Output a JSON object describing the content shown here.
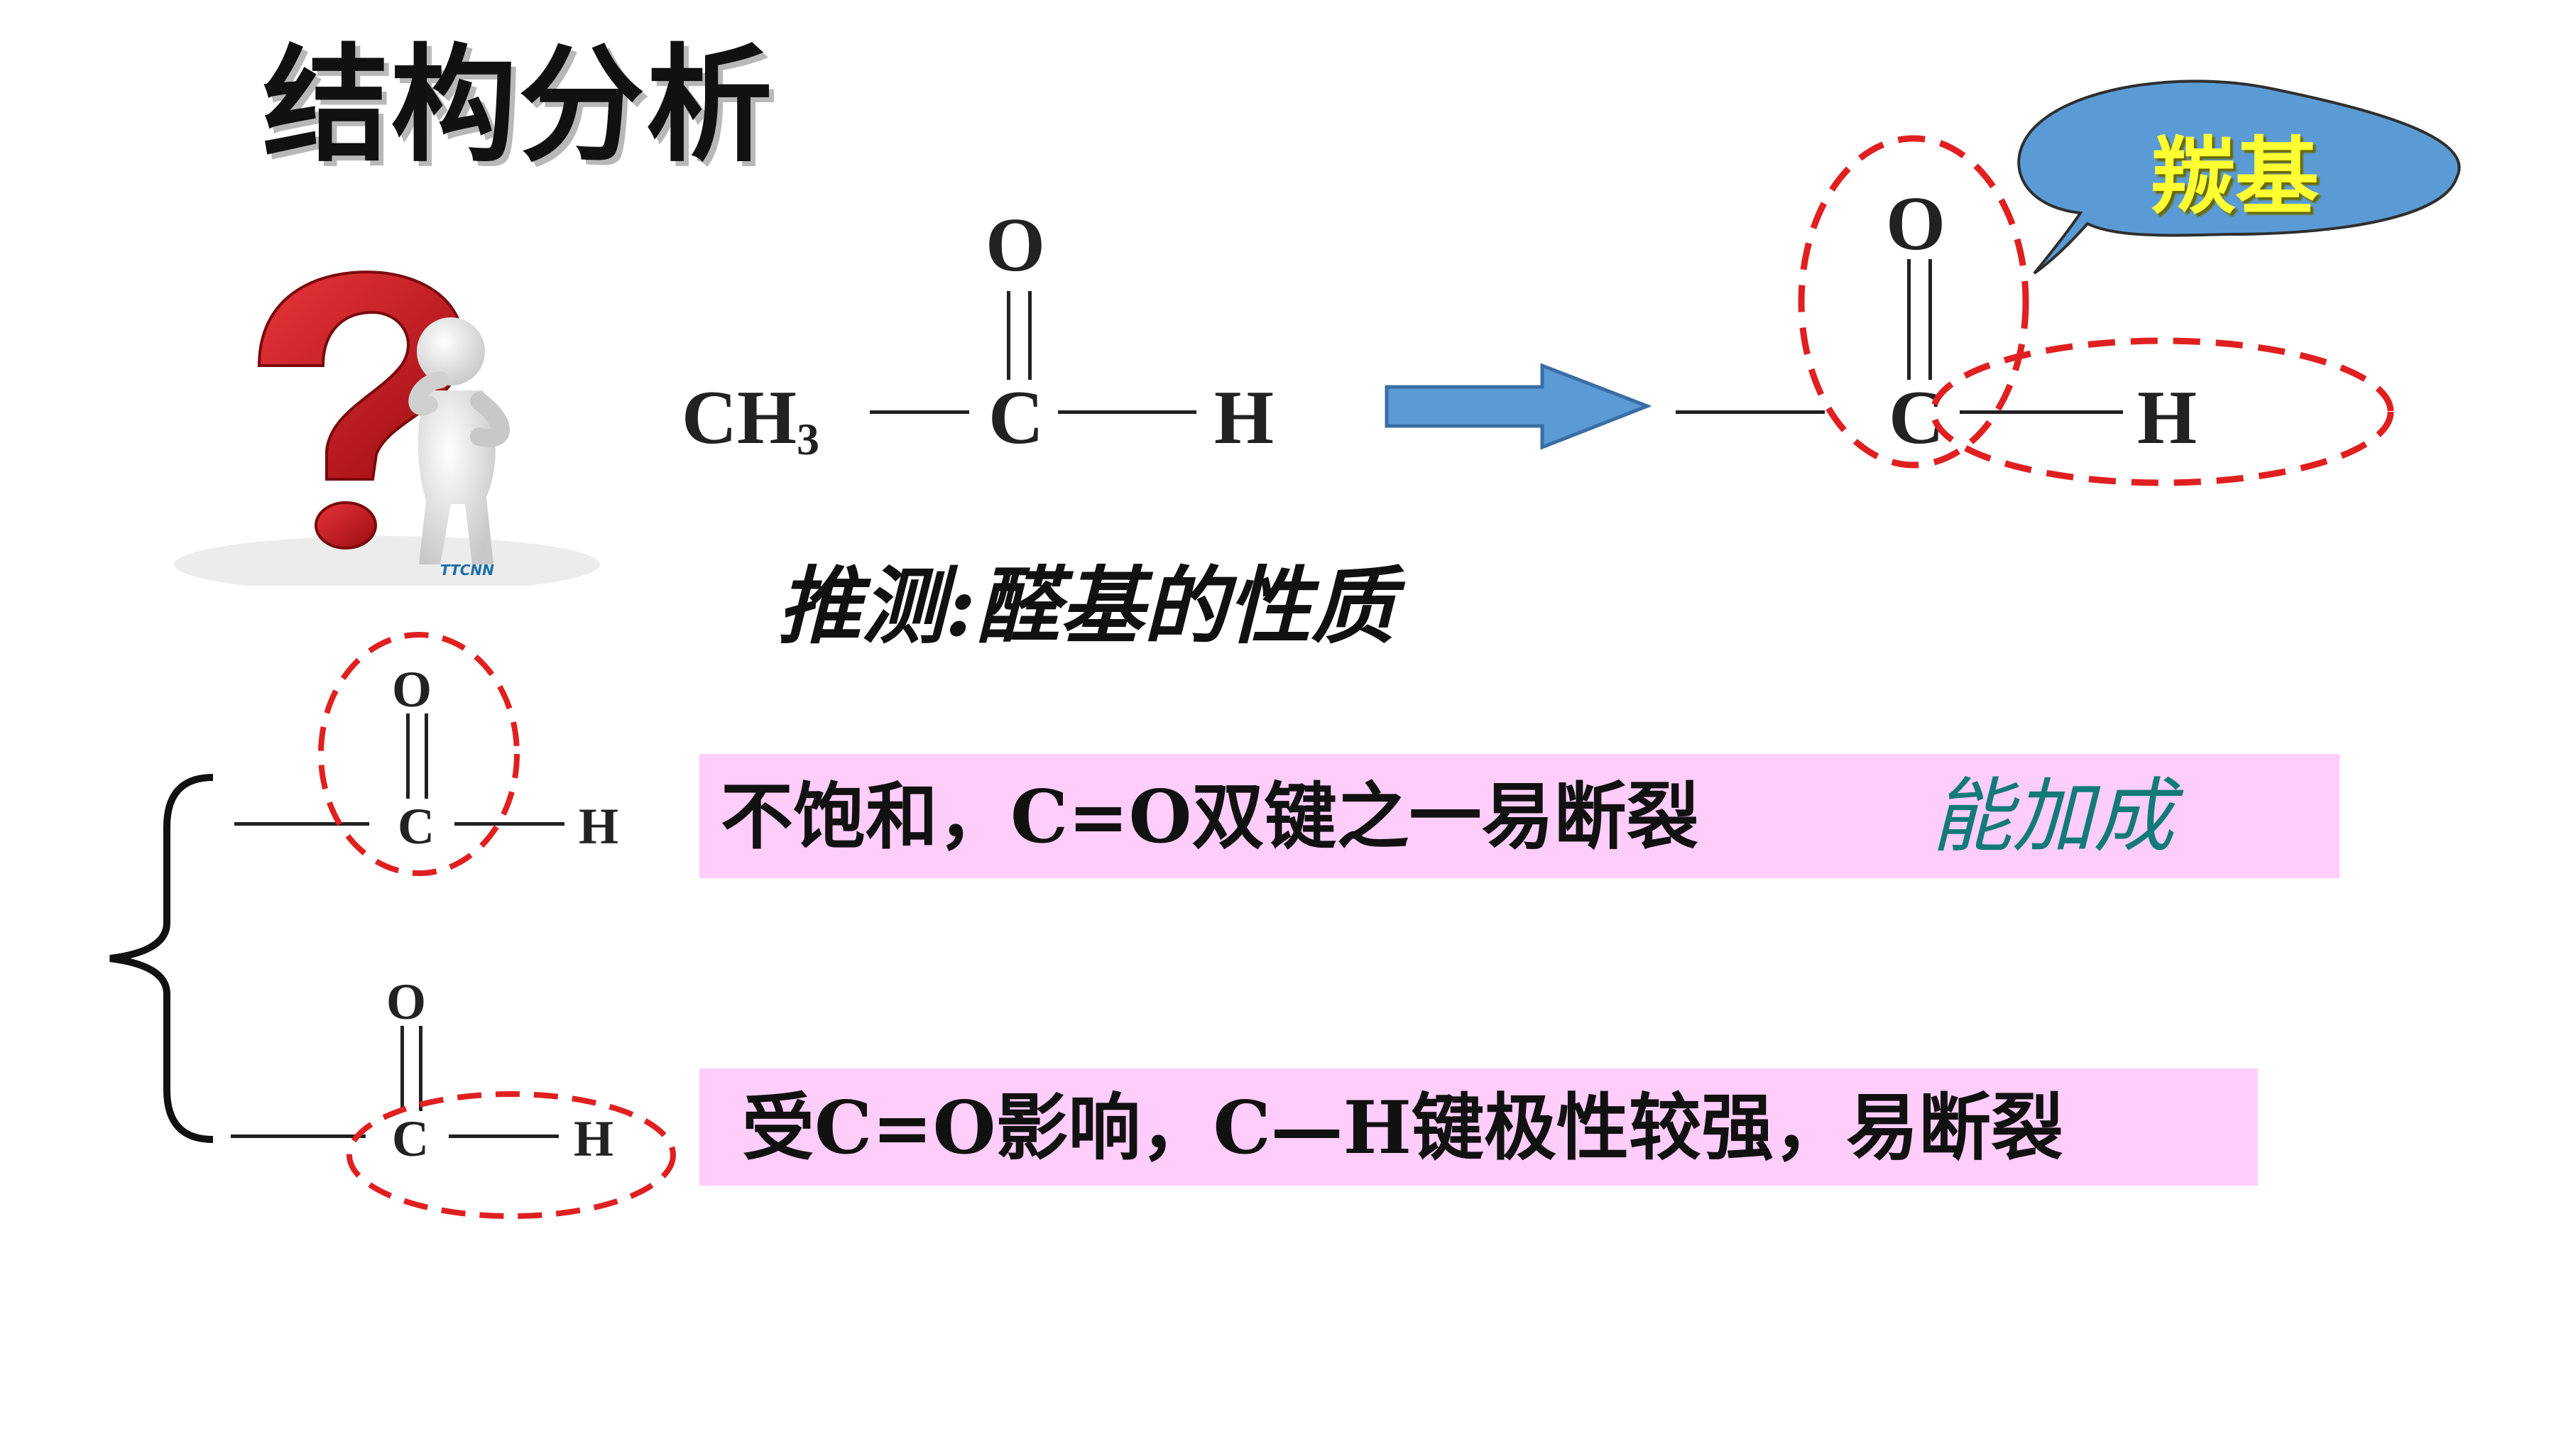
{
  "title": "结构分析",
  "question_image": {
    "watermark": "TTCNN"
  },
  "acetaldehyde": {
    "ch": "CH",
    "sub3": "3",
    "c": "C",
    "o": "O",
    "h": "H"
  },
  "general": {
    "c": "C",
    "o": "O",
    "h": "H"
  },
  "bubble": {
    "label": "羰基",
    "color": "#5b9bd5"
  },
  "inference": "推测:醛基的性质",
  "points": [
    {
      "text": "不饱和，C=O双键之一易断裂",
      "result": "能加成",
      "c": "C",
      "o": "O",
      "h": "H"
    },
    {
      "text": "受C=O影响，C—H键极性较强，易断裂",
      "c": "C",
      "o": "O",
      "h": "H"
    }
  ],
  "colors": {
    "arrow": "#5b9bd5",
    "box": "#ffcdfa",
    "dashed": "#e02020",
    "result": "#137a7a",
    "question_mark": "#c0141a"
  }
}
